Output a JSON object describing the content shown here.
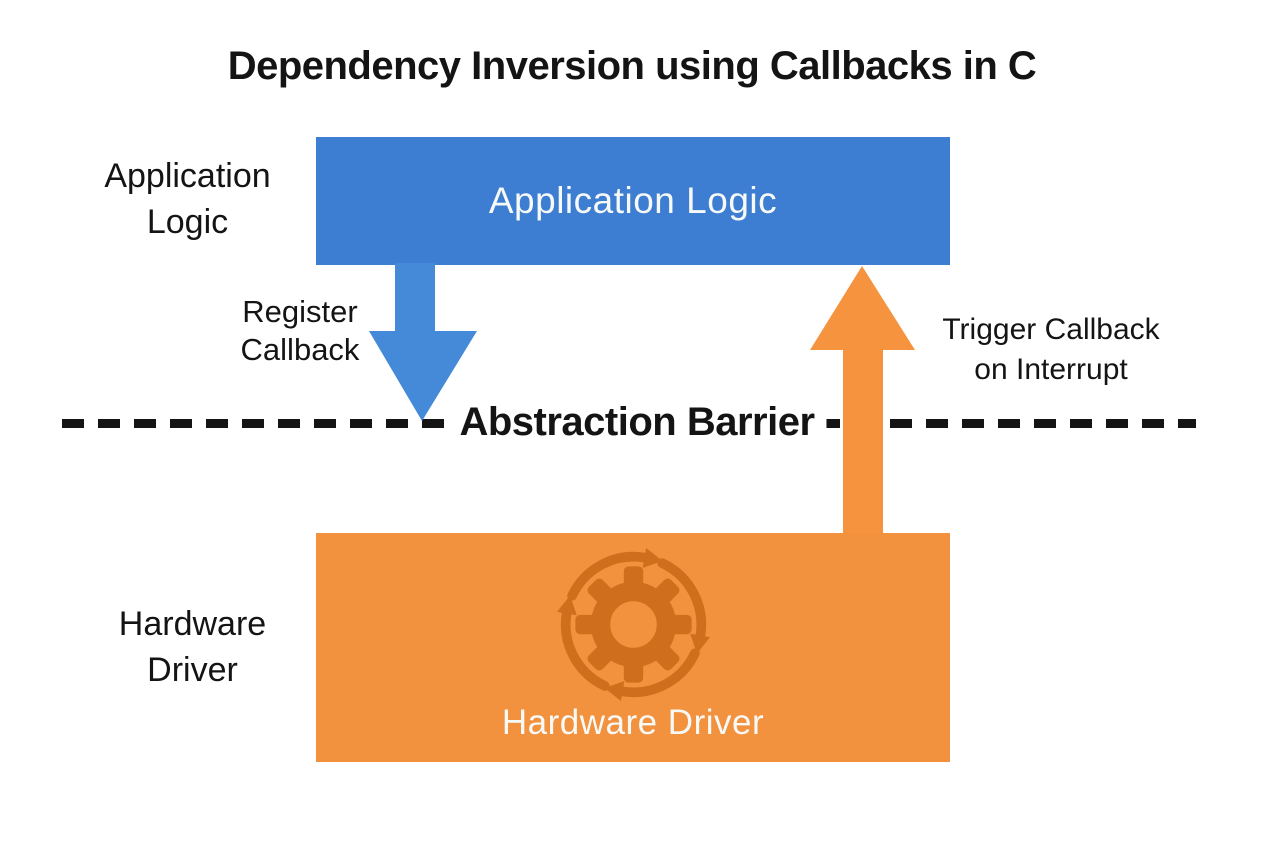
{
  "title": "Dependency Inversion using Callbacks in C",
  "colors": {
    "blue_box": "#3d7dd2",
    "blue_arrow": "#4589d9",
    "orange_box": "#f2913e",
    "orange_arrow": "#f5933f",
    "gear": "#cf6f1d",
    "ink": "#141414",
    "box_text": "#f7f9f6"
  },
  "application_layer": {
    "side_label_lines": [
      "Application",
      "Logic"
    ],
    "box_label": "Application Logic"
  },
  "hardware_layer": {
    "side_label_lines": [
      "Hardware",
      "Driver"
    ],
    "box_label": "Hardware Driver"
  },
  "register_arrow": {
    "label_lines": [
      "Register",
      "Callback"
    ],
    "direction": "down"
  },
  "trigger_arrow": {
    "label_lines": [
      "Trigger Callback",
      "on Interrupt"
    ],
    "direction": "up"
  },
  "barrier": {
    "label": "Abstraction Barrier"
  },
  "icons": {
    "gear": "gear-sync-icon"
  }
}
